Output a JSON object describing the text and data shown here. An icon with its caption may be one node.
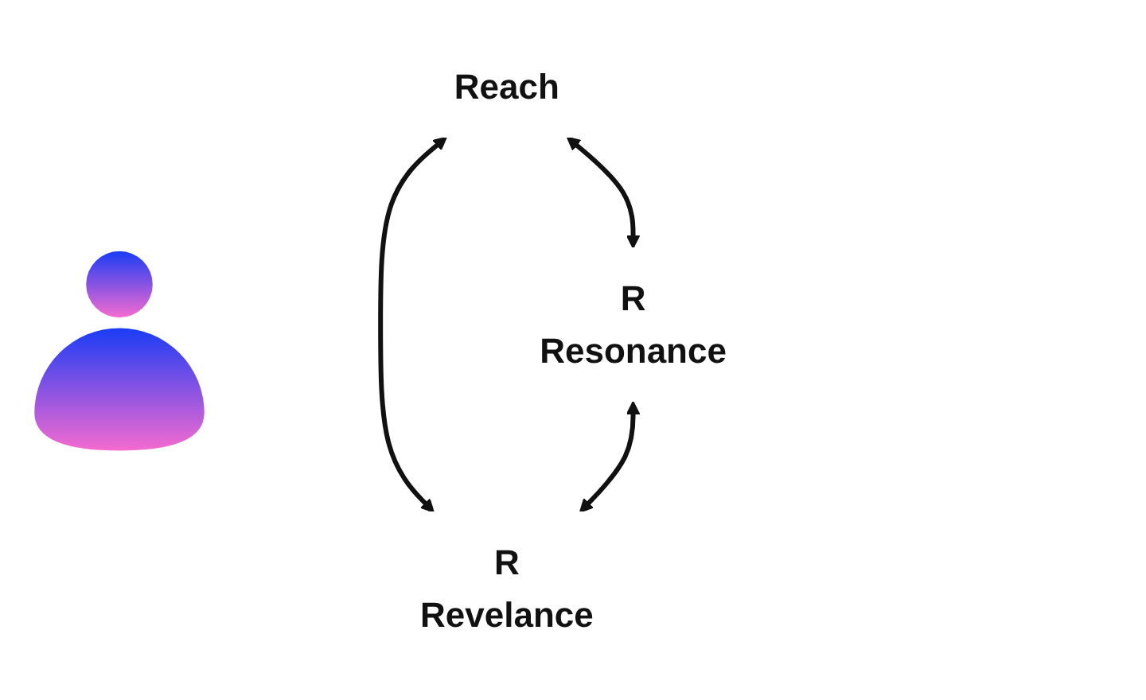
{
  "diagram": {
    "nodes": [
      {
        "text": [
          "Reach"
        ]
      },
      {
        "text": [
          "R",
          "Resonance"
        ]
      },
      {
        "text": [
          "R",
          "Revelance"
        ]
      }
    ],
    "edges": [
      {
        "from": 0,
        "to": 1,
        "arrow": "both"
      },
      {
        "from": 0,
        "to": 2,
        "arrow": "both"
      },
      {
        "from": 1,
        "to": 2,
        "arrow": "both"
      }
    ]
  }
}
